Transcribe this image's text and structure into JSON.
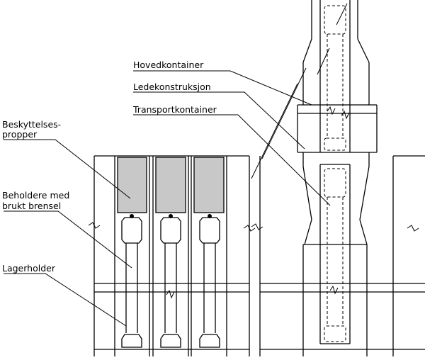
{
  "labels": {
    "beskyttelsespropper_line1": "Beskyttelses-",
    "beskyttelsespropper_line2": "propper",
    "beholdere_line1": "Beholdere med",
    "beholdere_line2": "brukt brensel",
    "lagerholder": "Lagerholder",
    "hovedkontainer": "Hovedkontainer",
    "ledekonstruksjon": "Ledekonstruksjon",
    "transportkontainer": "Transportkontainer"
  }
}
